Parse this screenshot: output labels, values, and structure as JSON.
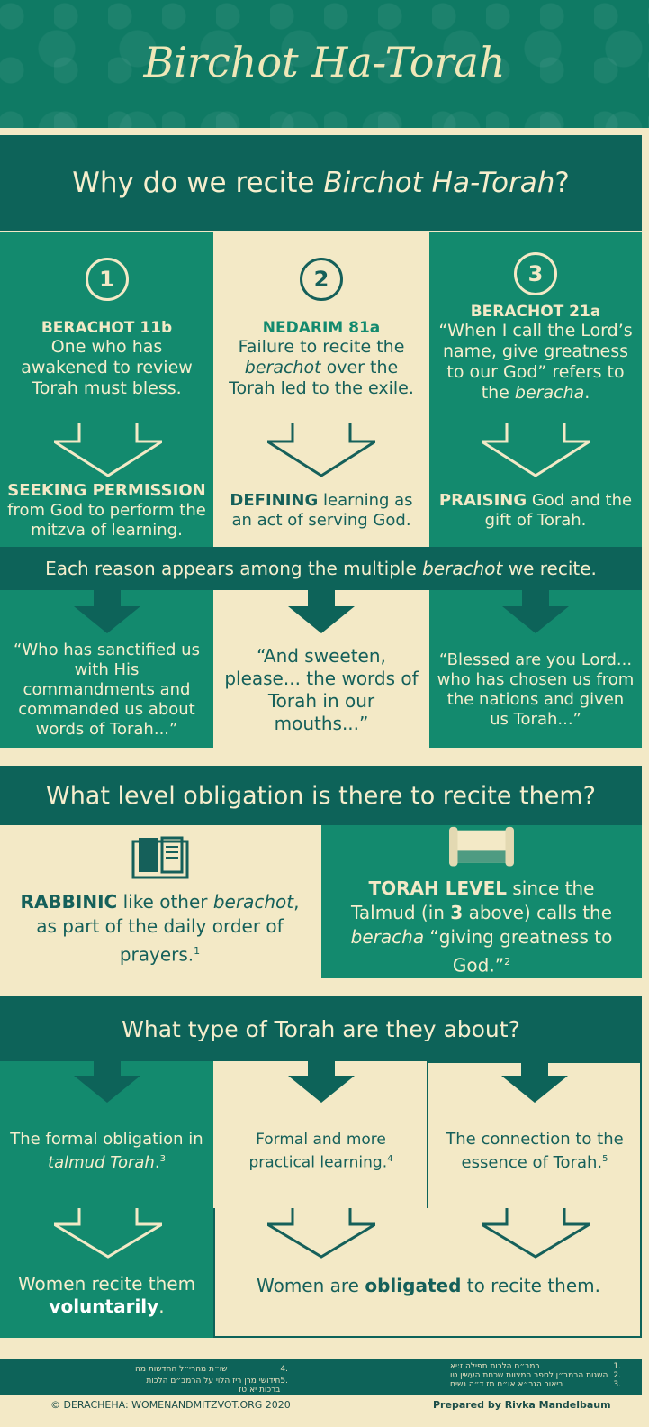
{
  "title": "Birchot Ha-Torah",
  "section1": {
    "heading_pre": "Why do we recite ",
    "heading_em": "Birchot Ha-Torah",
    "heading_post": "?",
    "reasons": [
      {
        "num": "1",
        "ref": "BERACHOT 11b",
        "text": "One who has awakened to review Torah must bless.",
        "purpose_bold": "SEEKING PERMISSION",
        "purpose_rest": "from God to perform the mitzva of learning.",
        "quote": "“Who has sanctified us with His commandments and commanded us about words of Torah...”"
      },
      {
        "num": "2",
        "ref": "NEDARIM 81a",
        "text_a": "Failure to recite the",
        "text_em": "berachot",
        "text_b": "over the Torah led to the exile.",
        "purpose_bold": "DEFINING",
        "purpose_rest": "learning as an act of serving God.",
        "quote": "“And sweeten, please... the words of Torah in our mouths...”"
      },
      {
        "num": "3",
        "ref": "BERACHOT 21a",
        "text_a": "“When I call the Lord’s name, give greatness to our God” refers to the",
        "text_em": "beracha",
        "text_b": ".",
        "purpose_bold": "PRAISING",
        "purpose_rest": "God and the gift of Torah.",
        "quote": "“Blessed are you Lord... who has chosen us from the nations and given us Torah...”"
      }
    ],
    "band_pre": "Each reason appears among the multiple ",
    "band_em": "berachot",
    "band_post": " we recite."
  },
  "section2": {
    "heading": "What level obligation is there to recite them?",
    "left": {
      "bold": "RABBINIC",
      "a": " like other ",
      "em": "berachot",
      "b": ", as part of the daily order of prayers.",
      "sup": "1",
      "icon": "book-icon"
    },
    "right": {
      "bold": "TORAH LEVEL",
      "a": " since the Talmud (in ",
      "bold2": "3",
      "b": " above) calls the ",
      "em": "beracha",
      "c": " “giving greatness to God.”",
      "sup": "2",
      "icon": "scroll-icon"
    }
  },
  "section3": {
    "heading": "What type of Torah are they about?",
    "types": [
      {
        "a": "The formal obligation in ",
        "em": "talmud Torah",
        "b": ".",
        "sup": "3"
      },
      {
        "a": "Formal and more practical learning.",
        "sup": "4"
      },
      {
        "a": "The connection to the essence of Torah.",
        "sup": "5"
      }
    ],
    "women_left_a": "Women recite them ",
    "women_left_bold": "voluntarily",
    "women_left_b": ".",
    "women_right_a": "Women are ",
    "women_right_bold": "obligated",
    "women_right_b": " to recite them."
  },
  "footnotes": {
    "left": [
      {
        "n": ".4",
        "t": "שו״ת מהרי״ל החדשות מה"
      },
      {
        "n": ".5",
        "t": "חידושי מרן ריז הלוי על הרמב״ם הלכות ברכות יא:טז"
      }
    ],
    "right": [
      {
        "n": ".1",
        "t": "רמב״ם הלכות תפילה ז:יא"
      },
      {
        "n": ".2",
        "t": "השגות הרמב״ן לספר המצוות שכחת העשין טו"
      },
      {
        "n": ".3",
        "t": "ביאור הגר״א או״ח מז ד״ה נשים"
      }
    ]
  },
  "credits": {
    "left": "© DERACHEHA: WOMENANDMITZVOT.ORG 2020",
    "right": "Prepared by Rivka Mandelbaum"
  },
  "colors": {
    "teal": "#138a6e",
    "dark_teal": "#0d6359",
    "cream": "#f3e9c6"
  }
}
